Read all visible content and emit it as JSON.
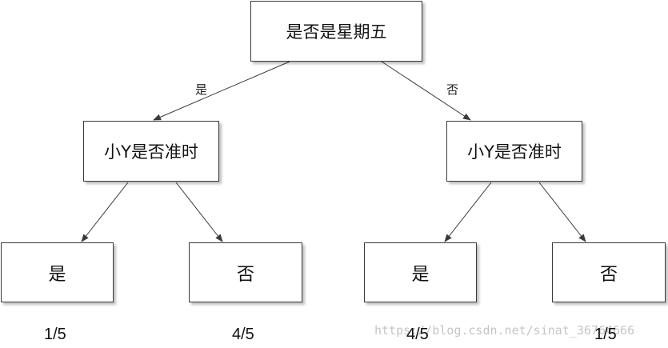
{
  "root": {
    "label": "是否是星期五"
  },
  "branch_labels": {
    "yes": "是",
    "no": "否"
  },
  "level2": [
    {
      "label": "小Y是否准时"
    },
    {
      "label": "小Y是否准时"
    }
  ],
  "leaves": [
    {
      "label": "是",
      "probability": "1/5"
    },
    {
      "label": "否",
      "probability": "4/5"
    },
    {
      "label": "是",
      "probability": "4/5"
    },
    {
      "label": "否",
      "probability": "1/5"
    }
  ],
  "watermark": "https://blog.csdn.net/sinat_36764666",
  "colors": {
    "line": "#3a3a3a",
    "box_border": "#3a3a3a"
  }
}
